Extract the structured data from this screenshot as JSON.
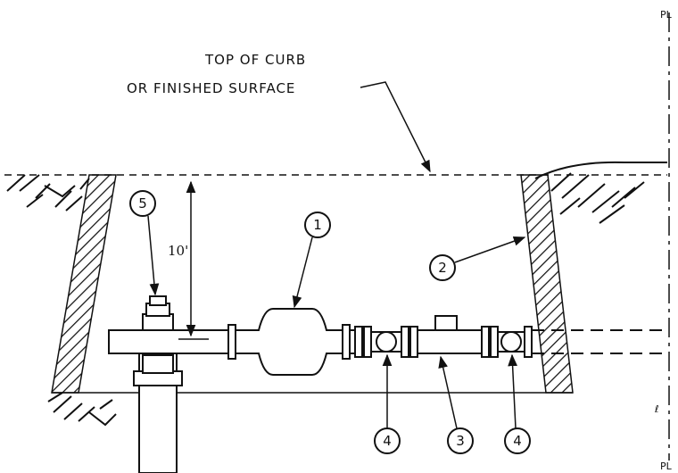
{
  "labels": {
    "top_line1": "TOP OF CURB",
    "top_line2": "OR FINISHED SURFACE",
    "dimension": "10'",
    "pl_top": "PL",
    "pl_bottom": "PL",
    "centerline_mark": "ℓ"
  },
  "callouts": [
    {
      "id": "callout-1",
      "text": "1"
    },
    {
      "id": "callout-2",
      "text": "2"
    },
    {
      "id": "callout-3",
      "text": "3"
    },
    {
      "id": "callout-4a",
      "text": "4"
    },
    {
      "id": "callout-4b",
      "text": "4"
    },
    {
      "id": "callout-5",
      "text": "5"
    }
  ],
  "colors": {
    "ink": "#111111",
    "background": "#ffffff"
  }
}
